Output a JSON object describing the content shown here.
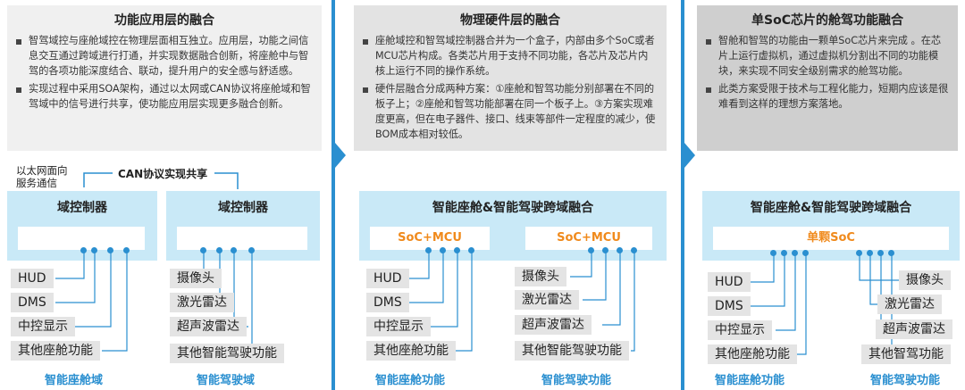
{
  "columns": [
    {
      "title": "功能应用层的融合",
      "bullets": [
        "智驾域控与座舱域控在物理层面相互独立。应用层，功能之间信息交互通过跨域进行打通，并实现数据融合创新，将座舱中与智驾的各项功能深度结合、联动，提升用户的安全感与舒适感。",
        "实现过程中采用SOA架构，通过以太网或CAN协议将座舱域和智驾域中的信号进行共享，使功能应用层实现更多融合创新。"
      ]
    },
    {
      "title": "物理硬件层的融合",
      "bullets": [
        "座舱域控和智驾域控制器合并为一个盒子，内部由多个SoC或者MCU芯片构成。各类芯片用于支持不同功能，各芯片及芯片内核上运行不同的操作系统。",
        "硬件层融合分成两种方案：①座舱和智驾功能分别部署在不同的板子上；②座舱和智驾功能部署在同一个板子上。③方案实现难度更高，但在电子器件、接口、线束等部件一定程度的减少，使BOM成本相对较低。"
      ]
    },
    {
      "title": "单SoC芯片的舱驾功能融合",
      "bullets": [
        "智舱和智驾的功能由一颗单SoC芯片来完成 。在芯片上运行虚拟机，通过虚拟机分割出不同的功能模块，来实现不同安全级别需求的舱驾功能。",
        "此类方案受限于技术与工程化能力，短期内应该是很难看到这样的理想方案落地。"
      ]
    }
  ],
  "diagram1": {
    "ethernet_label": "以太网面向\n服务通信",
    "can_label": "CAN协议实现共享",
    "left_domain_title": "域控制器",
    "right_domain_title": "域控制器",
    "left_funcs": [
      "HUD",
      "DMS",
      "中控显示",
      "其他座舱功能"
    ],
    "right_funcs": [
      "摄像头",
      "激光雷达",
      "超声波雷达",
      "其他智能驾驶功能"
    ],
    "left_footer": "智能座舱域",
    "right_footer": "智能驾驶域"
  },
  "diagram2": {
    "domain_title": "智能座舱&智能驾驶跨域融合",
    "chip_left": "SoC+MCU",
    "chip_right": "SoC+MCU",
    "left_funcs": [
      "HUD",
      "DMS",
      "中控显示",
      "其他座舱功能"
    ],
    "right_funcs": [
      "摄像头",
      "激光雷达",
      "超声波雷达",
      "其他智能驾驶功能"
    ],
    "left_footer": "智能座舱功能",
    "right_footer": "智能驾驶功能"
  },
  "diagram3": {
    "domain_title": "智能座舱&智能驾驶跨域融合",
    "chip": "单颗SoC",
    "left_funcs": [
      "HUD",
      "DMS",
      "中控显示",
      "其他座舱功能"
    ],
    "right_funcs": [
      "摄像头",
      "激光雷达",
      "超声波雷达",
      "其他智驾功能"
    ],
    "left_footer": "智能座舱功能",
    "right_footer": "智能驾驶功能"
  },
  "colors": {
    "accent": "#2a8fd0",
    "domain_fill": "#c9e9f7",
    "chip_text": "#f08a1c"
  }
}
